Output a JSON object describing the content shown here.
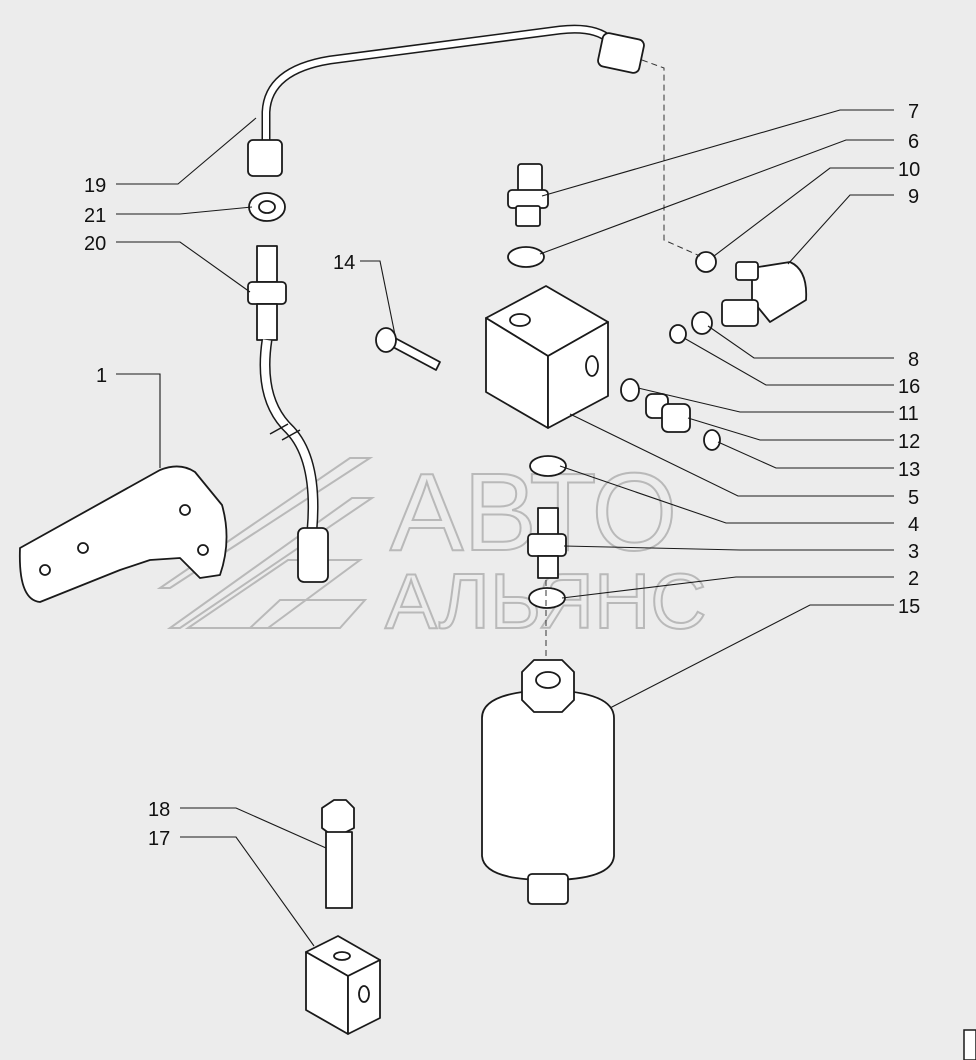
{
  "diagram": {
    "watermark": {
      "line1": "АВТО",
      "line2": "АЛЬЯНС"
    },
    "callouts": [
      {
        "id": "c1",
        "label": "1"
      },
      {
        "id": "c2",
        "label": "2"
      },
      {
        "id": "c3",
        "label": "3"
      },
      {
        "id": "c4",
        "label": "4"
      },
      {
        "id": "c5",
        "label": "5"
      },
      {
        "id": "c6",
        "label": "6"
      },
      {
        "id": "c7",
        "label": "7"
      },
      {
        "id": "c8",
        "label": "8"
      },
      {
        "id": "c9",
        "label": "9"
      },
      {
        "id": "c10",
        "label": "10"
      },
      {
        "id": "c11",
        "label": "11"
      },
      {
        "id": "c12",
        "label": "12"
      },
      {
        "id": "c13",
        "label": "13"
      },
      {
        "id": "c14",
        "label": "14"
      },
      {
        "id": "c15",
        "label": "15"
      },
      {
        "id": "c16",
        "label": "16"
      },
      {
        "id": "c17",
        "label": "17"
      },
      {
        "id": "c18",
        "label": "18"
      },
      {
        "id": "c19",
        "label": "19"
      },
      {
        "id": "c20",
        "label": "20"
      },
      {
        "id": "c21",
        "label": "21"
      }
    ]
  }
}
